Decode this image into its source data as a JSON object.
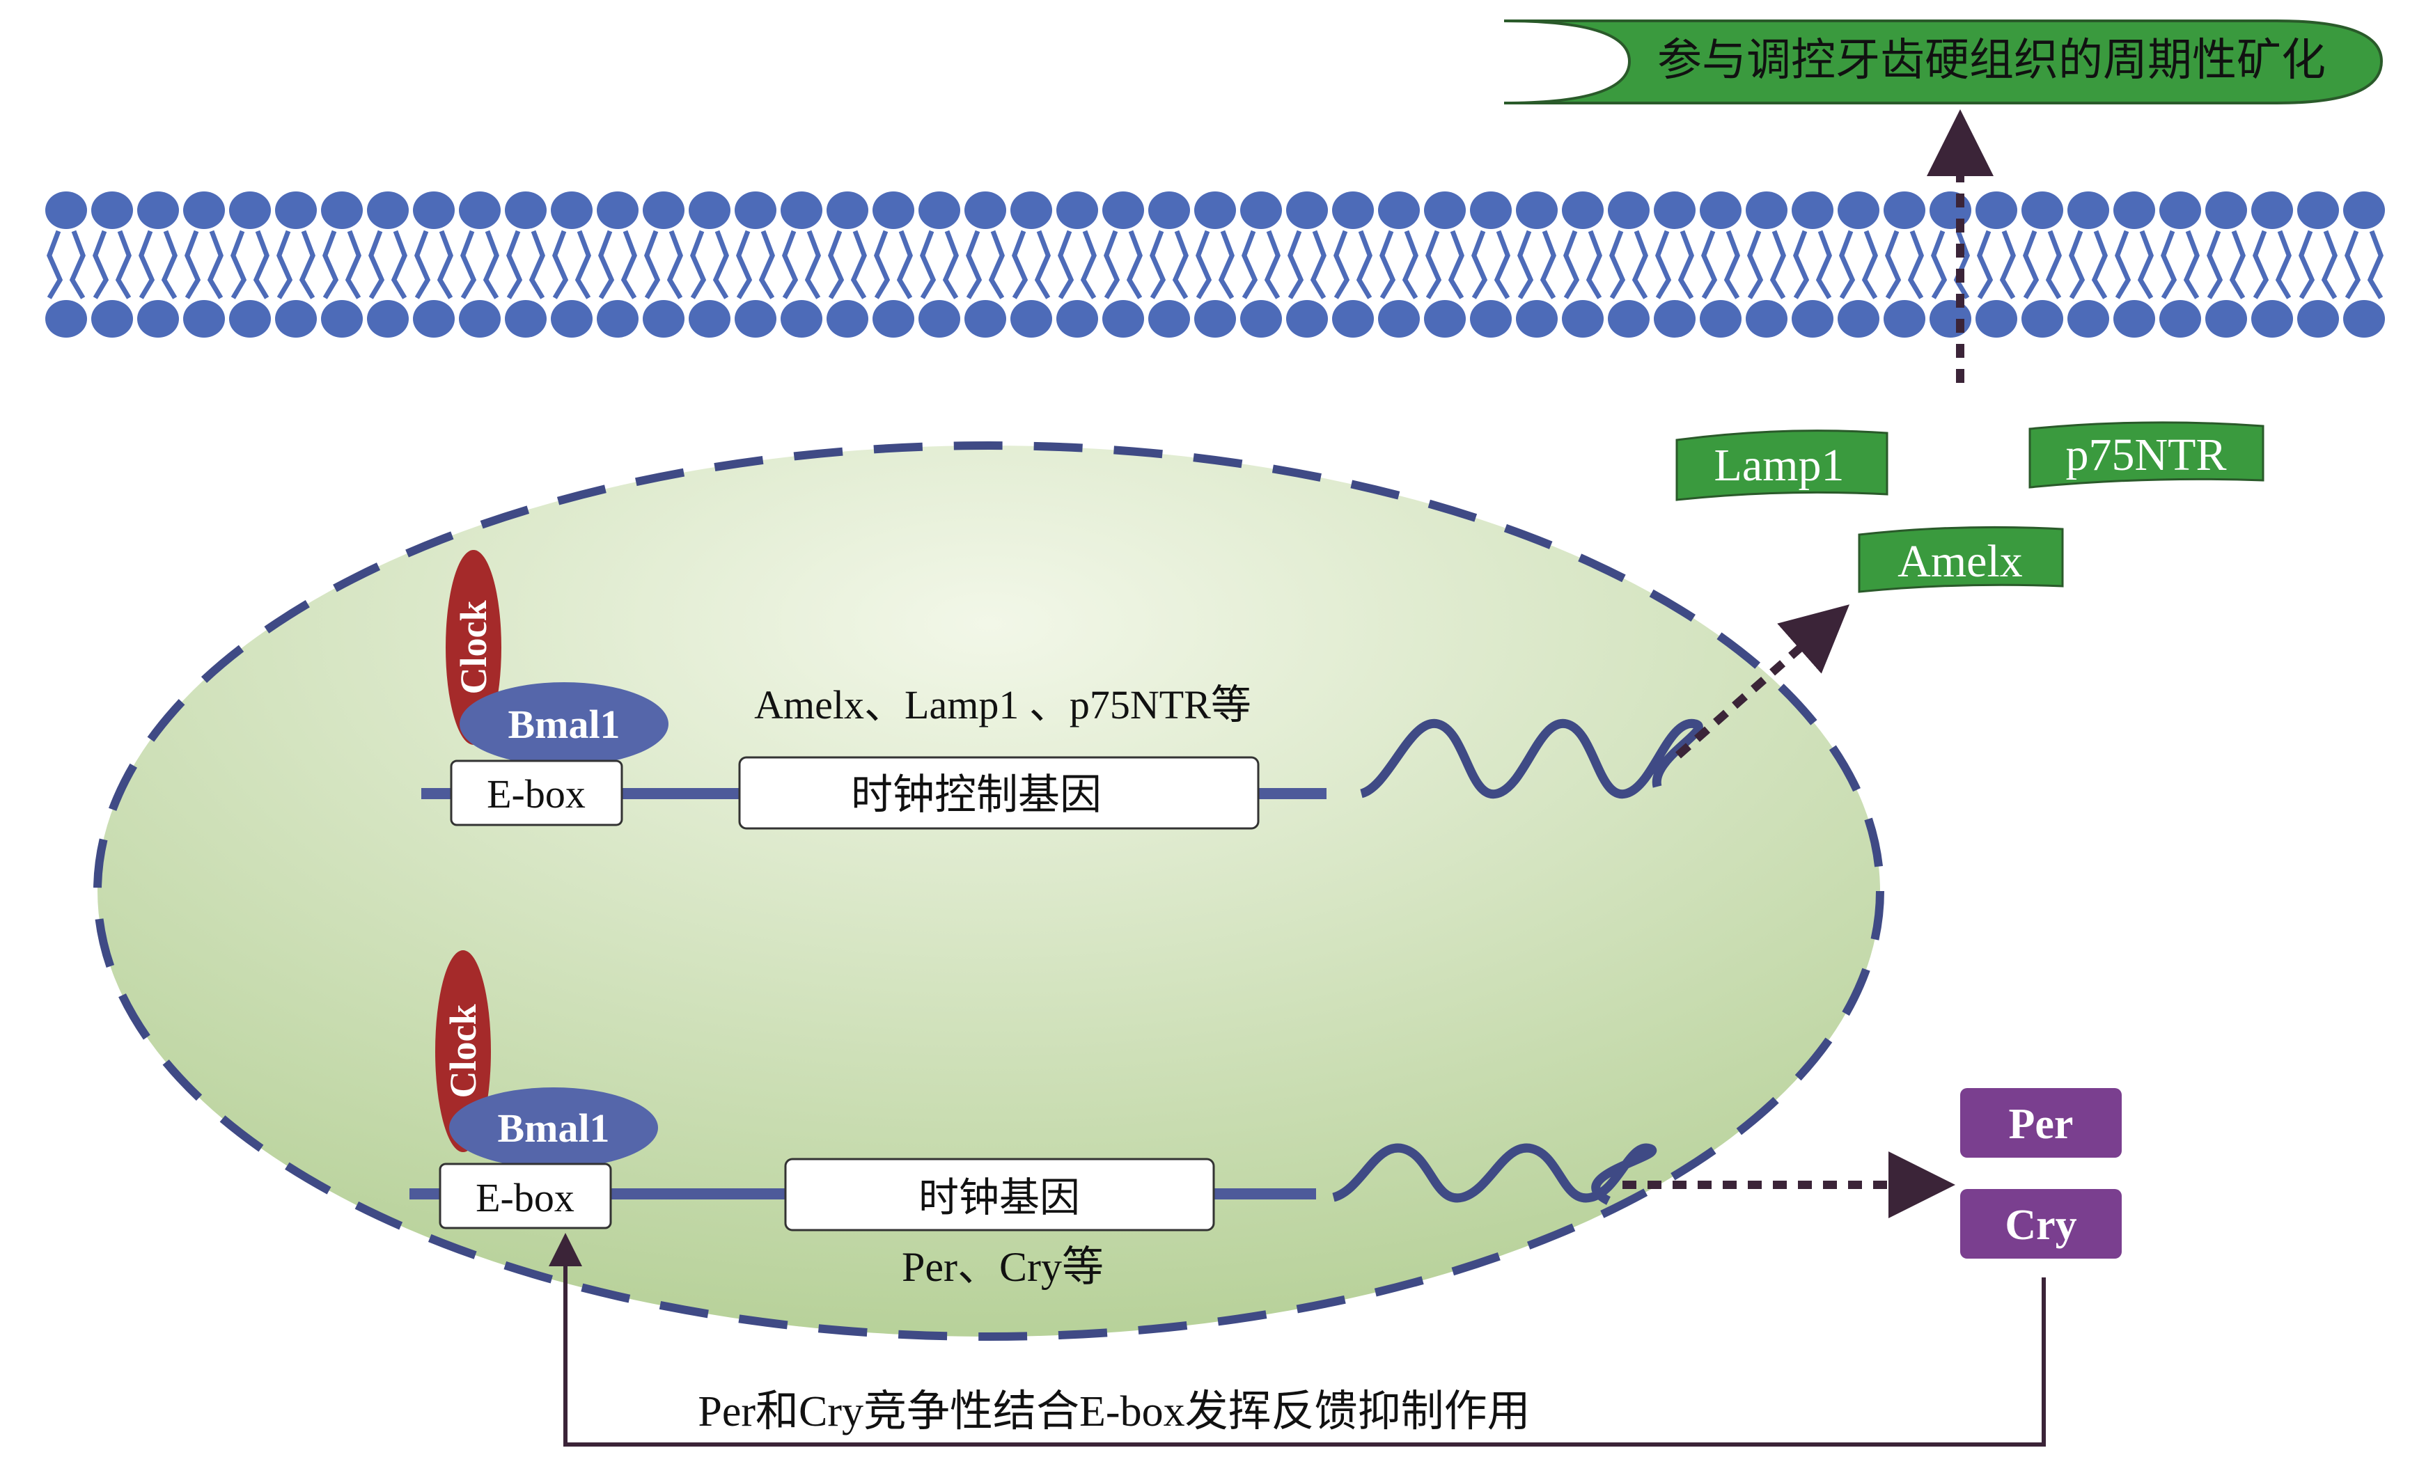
{
  "outcome_label": "参与调控牙齿硬组织的周期性矿化",
  "proteins_green": [
    "Lamp1",
    "p75NTR",
    "Amelx"
  ],
  "upper_gene": {
    "clock": "Clock",
    "bmal1": "Bmal1",
    "ebox": "E-box",
    "box_label": "时钟控制基因",
    "gene_examples": "Amelx、Lamp1 、p75NTR等"
  },
  "lower_gene": {
    "clock": "Clock",
    "bmal1": "Bmal1",
    "ebox": "E-box",
    "box_label": "时钟基因",
    "gene_examples": "Per、Cry等"
  },
  "proteins_purple": [
    "Per",
    "Cry"
  ],
  "feedback_label": "Per和Cry竞争性结合E-box发挥反馈抑制作用",
  "colors": {
    "membrane": "#4d6bb8",
    "nucleus_border": "#3f4a85",
    "green_label": "#3a9a3e",
    "clock_red": "#a52a2a",
    "bmal1_blue": "#5566aa",
    "purple": "#7a3f8f",
    "arrow": "#3b2438"
  }
}
